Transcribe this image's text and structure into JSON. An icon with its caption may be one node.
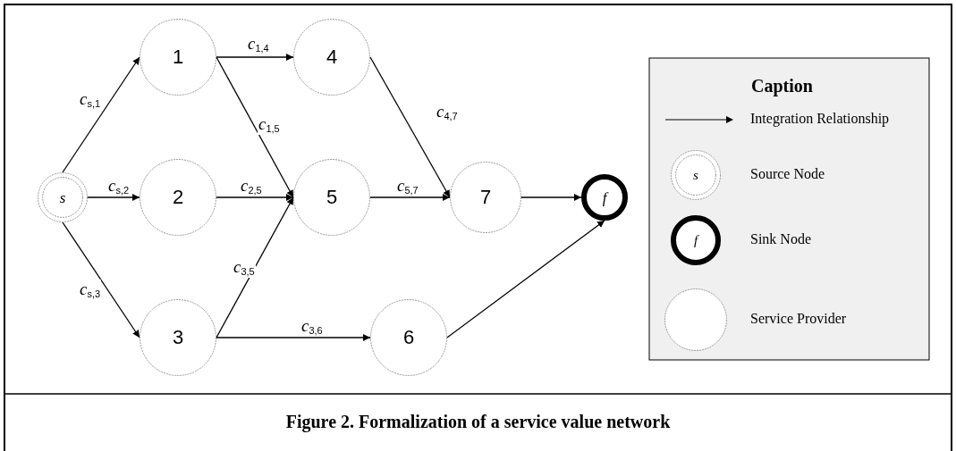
{
  "diagram": {
    "caption": "Figure 2. Formalization of a service value network",
    "nodes": [
      {
        "text": [
          "s"
        ]
      },
      {
        "text": [
          "1"
        ]
      },
      {
        "text": [
          "2"
        ]
      },
      {
        "text": [
          "3"
        ]
      },
      {
        "text": [
          "4"
        ]
      },
      {
        "text": [
          "5"
        ]
      },
      {
        "text": [
          "6"
        ]
      },
      {
        "text": [
          "7"
        ]
      },
      {
        "text": [
          "f"
        ]
      }
    ],
    "edges": [
      {
        "from": 0,
        "to": 1,
        "arrow": "to",
        "label": "*c*$_{s,1}$"
      },
      {
        "from": 0,
        "to": 2,
        "arrow": "to",
        "label": "*c*$_{s,2}$"
      },
      {
        "from": 0,
        "to": 3,
        "arrow": "to",
        "label": "*c*$_{s,3}$"
      },
      {
        "from": 1,
        "to": 4,
        "arrow": "to",
        "label": "*c*$_{1,4}$"
      },
      {
        "from": 1,
        "to": 5,
        "arrow": "to",
        "label": "*c*$_{1,5}$"
      },
      {
        "from": 2,
        "to": 5,
        "arrow": "to",
        "label": "*c*$_{2,5}$"
      },
      {
        "from": 3,
        "to": 5,
        "arrow": "to",
        "label": "*c*$_{3,5}$"
      },
      {
        "from": 3,
        "to": 6,
        "arrow": "to",
        "label": "*c*$_{3,6}$"
      },
      {
        "from": 4,
        "to": 7,
        "arrow": "to",
        "label": "*c*$_{4,7}$"
      },
      {
        "from": 5,
        "to": 7,
        "arrow": "to",
        "label": "*c*$_{5,7}$"
      },
      {
        "from": 7,
        "to": 8,
        "arrow": "to"
      },
      {
        "from": 6,
        "to": 8,
        "arrow": "to"
      }
    ],
    "labels": [
      "Caption",
      "s",
      "f"
    ],
    "legend": [
      {
        "text": "Integration Relationship"
      },
      {
        "text": "Source Node"
      },
      {
        "text": "Sink Node"
      },
      {
        "text": "Service Provider"
      }
    ]
  }
}
